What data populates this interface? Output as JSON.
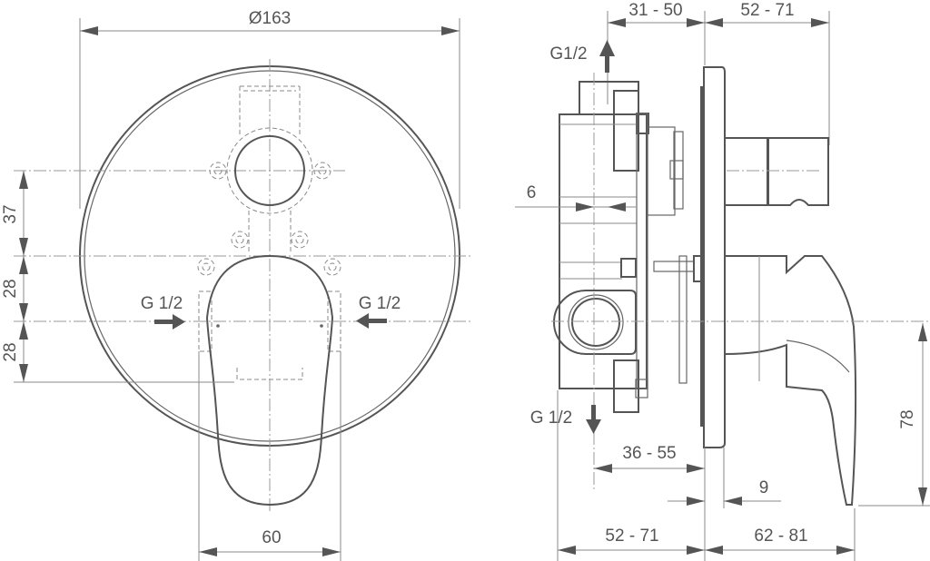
{
  "drawing": {
    "type": "technical-drawing",
    "subject": "concealed single-lever bath/shower mixer with diverter",
    "colors": {
      "line": "#555555",
      "thin_line": "#8a8a8a",
      "background": "#ffffff"
    }
  },
  "front_view": {
    "diameter_label": "Ø163",
    "vertical_dims": [
      "37",
      "28",
      "28"
    ],
    "inlet_left_label": "G 1/2",
    "inlet_right_label": "G 1/2",
    "width_label": "60"
  },
  "side_view": {
    "top_dims": [
      "31 - 50",
      "52 - 71"
    ],
    "outlet_top_label": "G1/2",
    "outlet_bottom_label": "G 1/2",
    "offset_label": "6",
    "depth_label": "36 - 55",
    "plate_label": "9",
    "bottom_dims": [
      "52 - 71",
      "62 - 81"
    ],
    "height_label": "78"
  }
}
